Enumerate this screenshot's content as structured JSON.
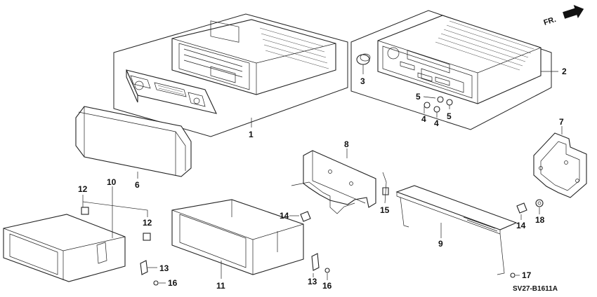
{
  "orientation": {
    "label": "FR.",
    "icon": "arrow-right-icon"
  },
  "diagram_code": "SV27-B1611A",
  "callouts": [
    {
      "id": "c1",
      "label": "1"
    },
    {
      "id": "c2",
      "label": "2"
    },
    {
      "id": "c3",
      "label": "3"
    },
    {
      "id": "c4a",
      "label": "4"
    },
    {
      "id": "c4b",
      "label": "4"
    },
    {
      "id": "c5a",
      "label": "5"
    },
    {
      "id": "c5b",
      "label": "5"
    },
    {
      "id": "c6",
      "label": "6"
    },
    {
      "id": "c7",
      "label": "7"
    },
    {
      "id": "c8",
      "label": "8"
    },
    {
      "id": "c9",
      "label": "9"
    },
    {
      "id": "c10",
      "label": "10"
    },
    {
      "id": "c11",
      "label": "11"
    },
    {
      "id": "c12",
      "label": "12"
    },
    {
      "id": "c12b",
      "label": "12"
    },
    {
      "id": "c13a",
      "label": "13"
    },
    {
      "id": "c13b",
      "label": "13"
    },
    {
      "id": "c14a",
      "label": "14"
    },
    {
      "id": "c14b",
      "label": "14"
    },
    {
      "id": "c15",
      "label": "15"
    },
    {
      "id": "c16a",
      "label": "16"
    },
    {
      "id": "c16b",
      "label": "16"
    },
    {
      "id": "c17",
      "label": "17"
    },
    {
      "id": "c18",
      "label": "18"
    }
  ]
}
